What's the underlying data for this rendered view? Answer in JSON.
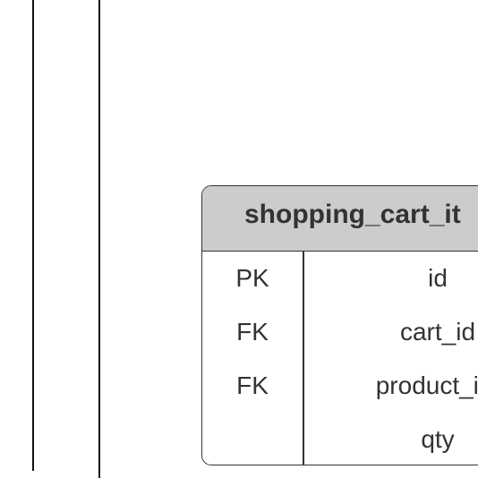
{
  "diagram": {
    "table": {
      "title": "shopping_cart_it",
      "rows": [
        {
          "key": "PK",
          "field": "id"
        },
        {
          "key": "FK",
          "field": "cart_id"
        },
        {
          "key": "FK",
          "field": "product_ite"
        },
        {
          "key": "",
          "field": "qty"
        }
      ]
    }
  }
}
